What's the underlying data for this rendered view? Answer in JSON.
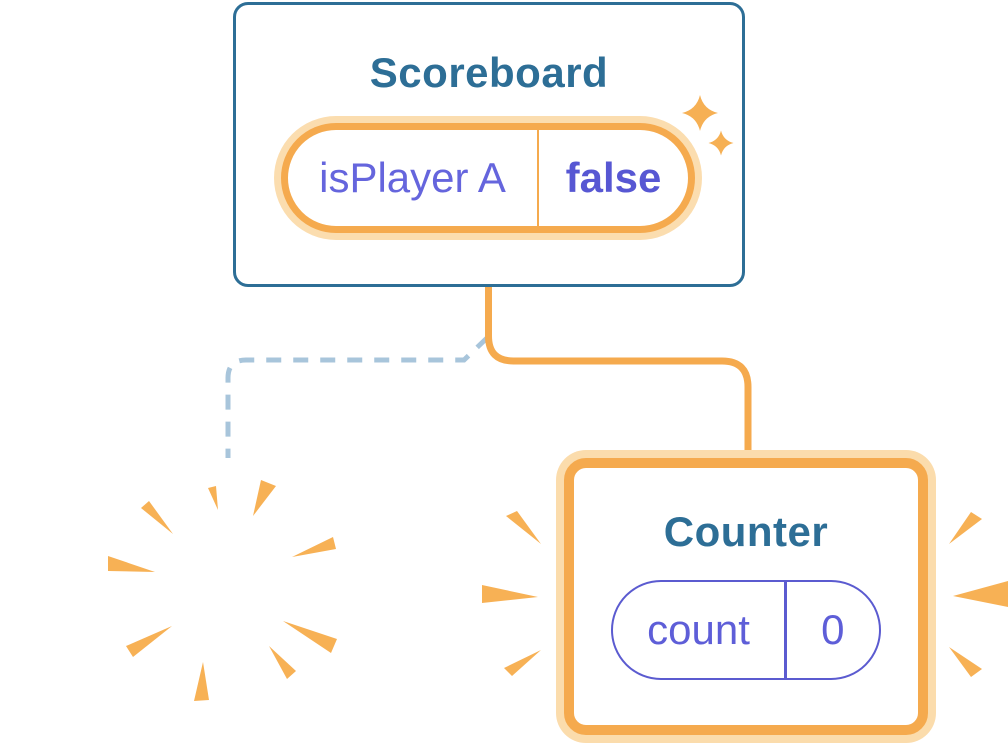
{
  "diagram": {
    "description": "component tree: Scoreboard parent keeps state; old child destroyed (poof), new Counter child created with fresh state",
    "scoreboard": {
      "title": "Scoreboard",
      "state": {
        "label": "isPlayer A",
        "value": "false"
      }
    },
    "counter": {
      "title": "Counter",
      "state": {
        "label": "count",
        "value": "0"
      }
    },
    "icons": {
      "sparkles": "sparkles-icon",
      "poof": "poof-explosion-icon",
      "burst_left": "burst-rays-left-icon",
      "burst_right": "burst-rays-right-icon"
    },
    "colors": {
      "teal": "#2D6E96",
      "orange": "#F5AA4E",
      "orange_glow": "#FBDDAF",
      "wedge_orange": "#F7B155",
      "purple_text": "#6565DD",
      "purple_bold": "#5757D3",
      "purple_border": "#5B5BD0",
      "dashed_line": "#A8C5DB",
      "card_background": "#FFFFFF"
    }
  }
}
